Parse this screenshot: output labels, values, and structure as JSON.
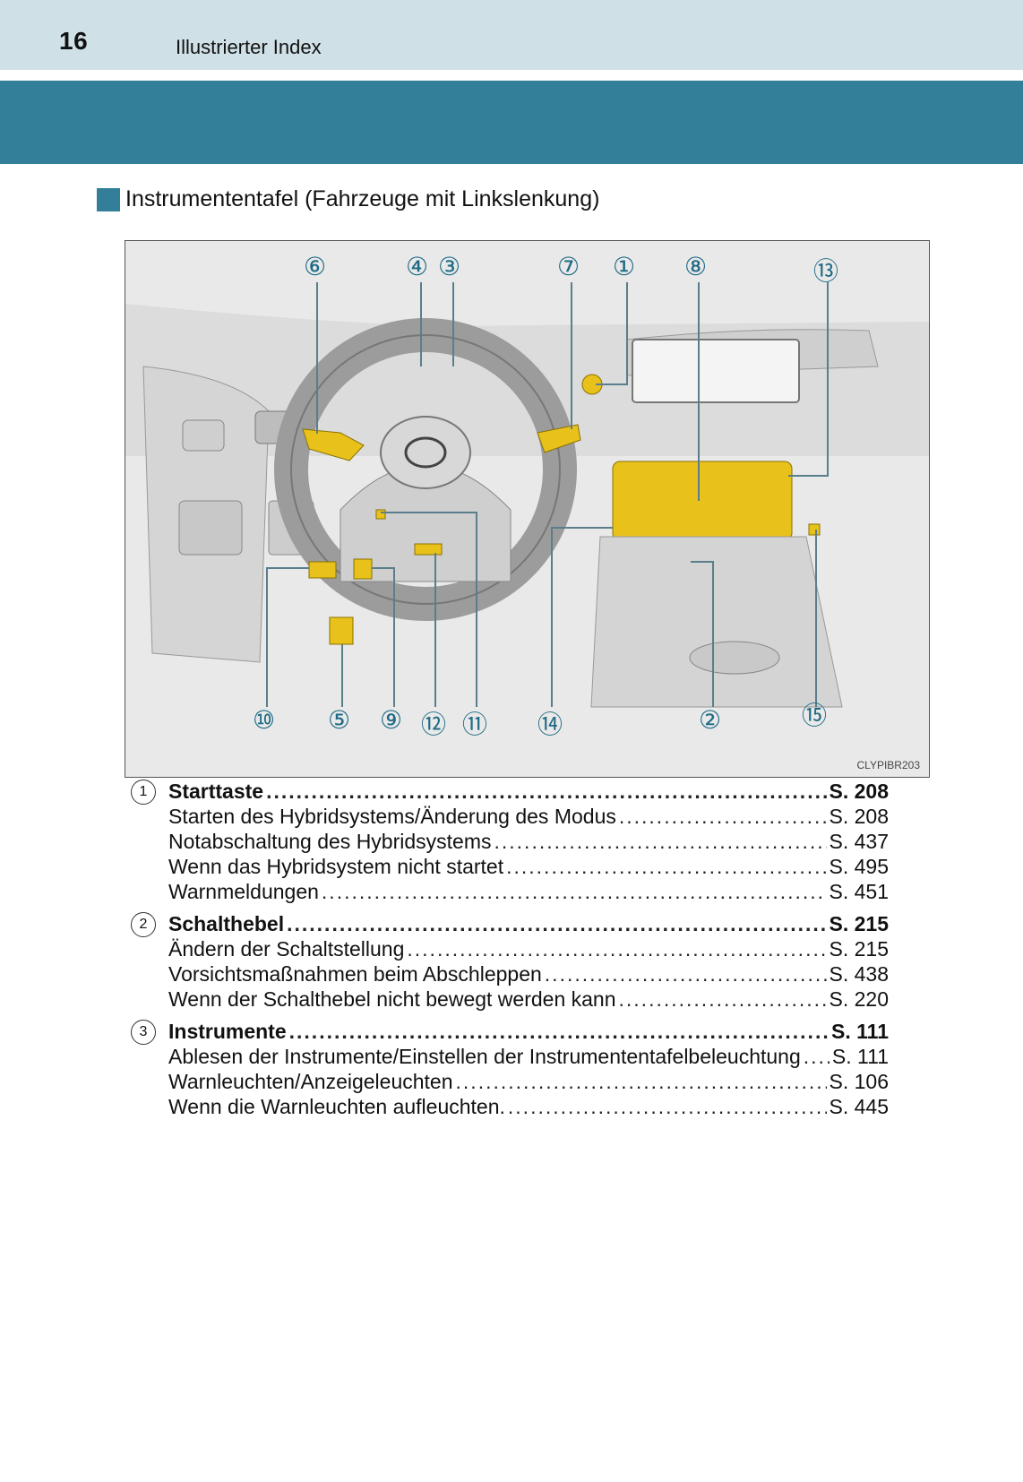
{
  "header": {
    "page_number": "16",
    "section_title": "Illustrierter Index"
  },
  "heading": "Instrumententafel (Fahrzeuge mit Linkslenkung)",
  "figure": {
    "code": "CLYPIBR203",
    "callouts_top": [
      "⑥",
      "④",
      "③",
      "⑦",
      "①",
      "⑧",
      "⑬"
    ],
    "callouts_bottom": [
      "⑩",
      "⑤",
      "⑨",
      "⑫",
      "⑪",
      "⑭",
      "②",
      "⑮"
    ]
  },
  "entries": [
    {
      "num": "1",
      "title": "Starttaste",
      "page": "S. 208",
      "subs": [
        {
          "text": "Starten des Hybridsystems/Änderung des Modus",
          "page": "S. 208"
        },
        {
          "text": "Notabschaltung des Hybridsystems",
          "page": "S. 437"
        },
        {
          "text": "Wenn das Hybridsystem nicht startet",
          "page": "S. 495"
        },
        {
          "text": "Warnmeldungen",
          "page": "S. 451"
        }
      ]
    },
    {
      "num": "2",
      "title": "Schalthebel",
      "page": "S. 215",
      "subs": [
        {
          "text": "Ändern der Schaltstellung",
          "page": "S. 215"
        },
        {
          "text": "Vorsichtsmaßnahmen beim Abschleppen",
          "page": "S. 438"
        },
        {
          "text": "Wenn der Schalthebel nicht bewegt werden kann",
          "page": "S. 220"
        }
      ]
    },
    {
      "num": "3",
      "title": "Instrumente",
      "page": "S. 111",
      "subs": [
        {
          "text": "Ablesen der Instrumente/Einstellen der Instrumententafelbeleuchtung",
          "page": "S. 111"
        },
        {
          "text": "Warnleuchten/Anzeigeleuchten",
          "page": "S. 106"
        },
        {
          "text": "Wenn die Warnleuchten aufleuchten.",
          "page": "S. 445"
        }
      ]
    }
  ],
  "colors": {
    "teal": "#337f99",
    "light_band": "#cfe0e7",
    "highlight": "#e8c21b"
  }
}
